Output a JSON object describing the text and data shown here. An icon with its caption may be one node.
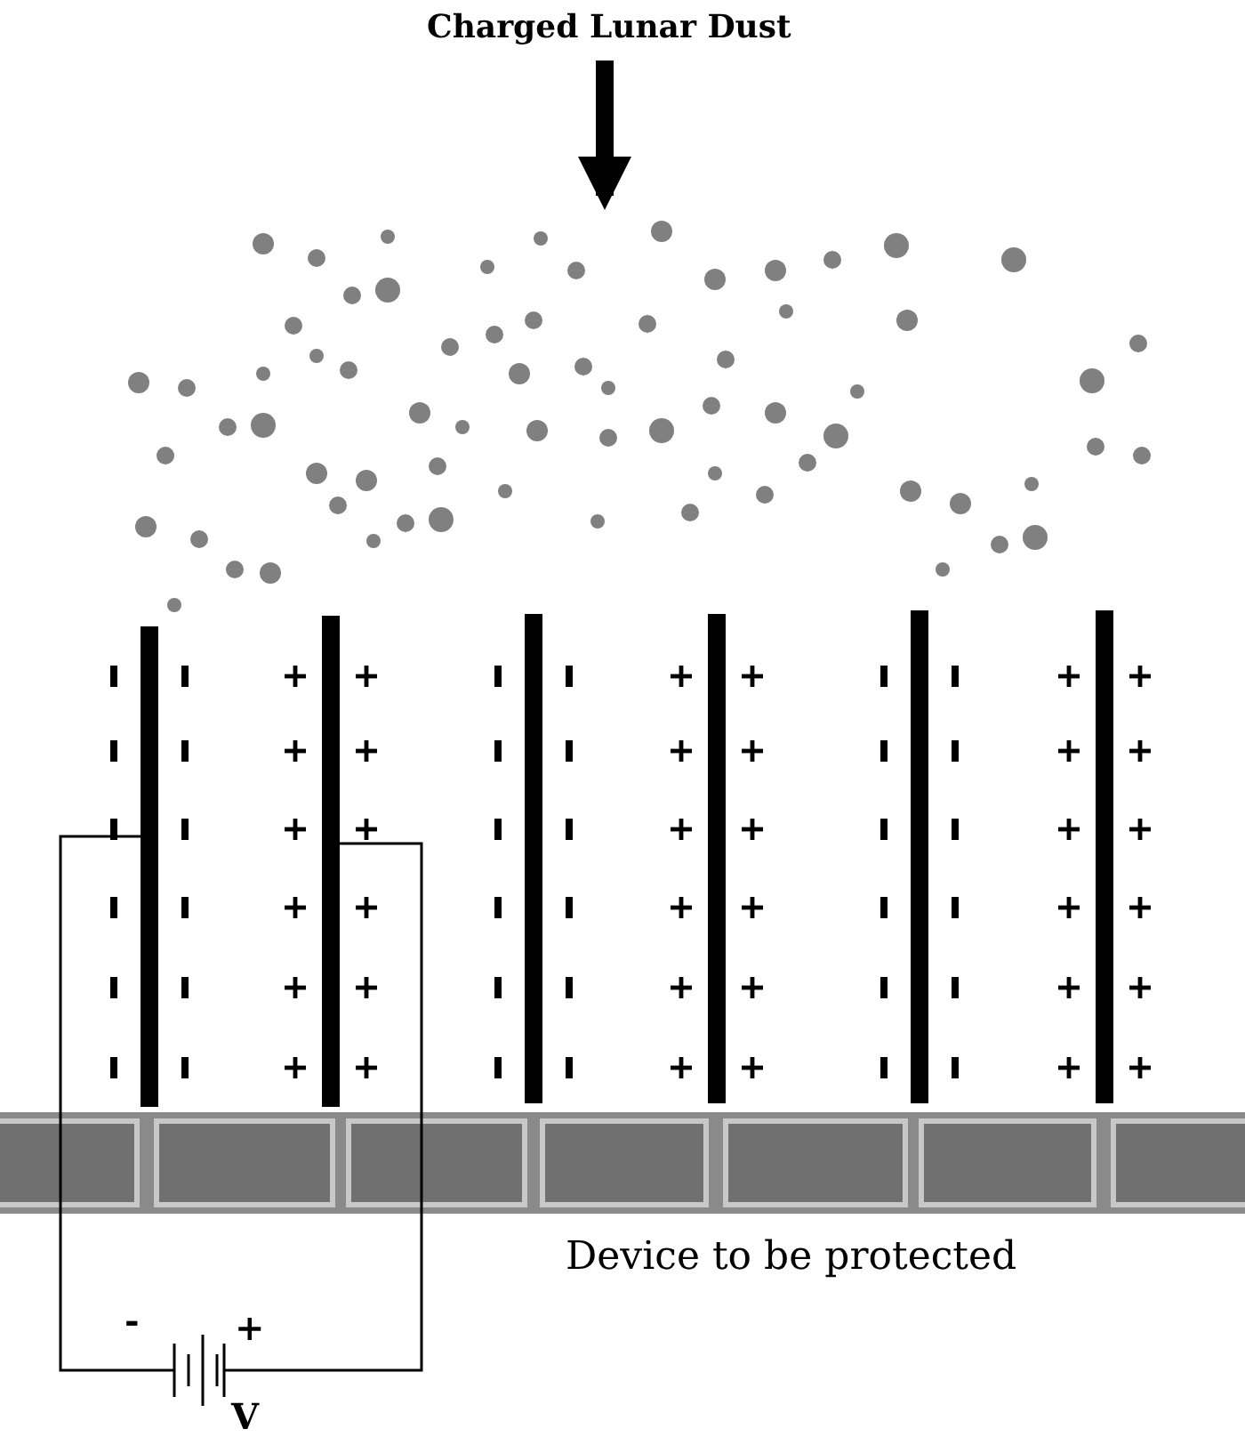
{
  "diagram": {
    "nodes": [
      {
        "text": [
          "Charged Lunar Dust"
        ]
      },
      {
        "text": [],
        "shape": "picture"
      }
    ],
    "edges": [
      {
        "from": 0,
        "to": 1,
        "arrow": "to"
      }
    ],
    "labels": [
      "Device to be protected",
      "-",
      "+",
      "V"
    ]
  }
}
